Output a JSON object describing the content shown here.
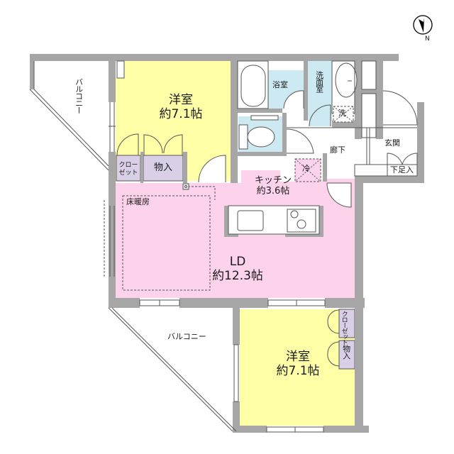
{
  "colors": {
    "wall": "#a6a6a6",
    "western_room": "#ffffa8",
    "ldk": "#fcd3ea",
    "wet_area": "#cde9f2",
    "storage": "#d9d0e8",
    "floor_white": "#ffffff",
    "line": "#555555"
  },
  "compass": {
    "icon": "north-arrow-icon",
    "label": "N"
  },
  "rooms": {
    "balcony_top": {
      "label": "バルコニー"
    },
    "western_room_1": {
      "name": "洋室",
      "size": "約7.1帖"
    },
    "closet_1": {
      "label_line1": "クロー",
      "label_line2": "ゼット"
    },
    "storage_1": {
      "label": "物入"
    },
    "bathroom": {
      "label": "浴室"
    },
    "washroom": {
      "label": "洗面室"
    },
    "washer": {
      "label": "洗"
    },
    "hallway": {
      "label": "廊下"
    },
    "entrance": {
      "label": "玄関"
    },
    "shoe_storage": {
      "label": "下足入"
    },
    "kitchen": {
      "name": "キッチン",
      "size": "約3.6帖"
    },
    "fridge": {
      "label": "冷"
    },
    "floor_heating": {
      "label": "床暖房"
    },
    "ld": {
      "name": "LD",
      "size": "約12.3帖"
    },
    "balcony_bottom": {
      "label": "バルコニー"
    },
    "western_room_2": {
      "name": "洋室",
      "size": "約7.1帖"
    },
    "closet_2": {
      "label": "クローゼット"
    },
    "storage_2": {
      "label": "物入"
    }
  }
}
